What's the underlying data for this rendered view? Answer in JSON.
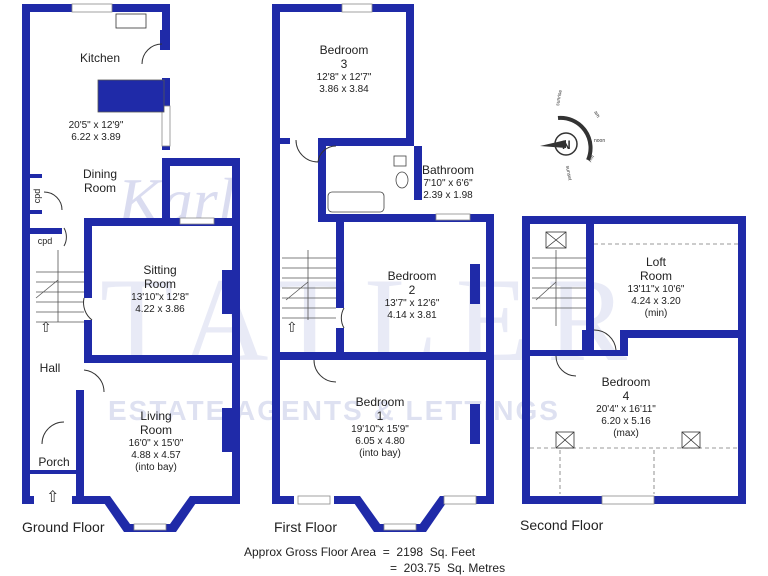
{
  "watermark": {
    "script": "Karl",
    "letters": "TATLER",
    "subtitle": "ESTATE AGENTS & LETTINGS"
  },
  "floors": {
    "ground": {
      "label": "Ground Floor",
      "rooms": {
        "kitchen": {
          "name": "Kitchen"
        },
        "kitchen_dining": {
          "dim_imperial": "20'5\" x 12'9\"",
          "dim_metric": "6.22 x 3.89"
        },
        "dining": {
          "name": "Dining Room",
          "name_line1": "Dining",
          "name_line2": "Room"
        },
        "sitting": {
          "name_line1": "Sitting",
          "name_line2": "Room",
          "dim_imperial": "13'10\"x 12'8\"",
          "dim_metric": "4.22 x 3.86"
        },
        "living": {
          "name_line1": "Living",
          "name_line2": "Room",
          "dim_imperial": "16'0\" x 15'0\"",
          "dim_metric": "4.88 x 4.57",
          "note": "(into bay)"
        },
        "hall": {
          "name": "Hall"
        },
        "porch": {
          "name": "Porch"
        },
        "cpd1": {
          "name": "cpd"
        },
        "cpd2": {
          "name": "cpd"
        }
      }
    },
    "first": {
      "label": "First Floor",
      "rooms": {
        "bedroom3": {
          "name_line1": "Bedroom",
          "name_line2": "3",
          "dim_imperial": "12'8\" x 12'7\"",
          "dim_metric": "3.86 x 3.84"
        },
        "bathroom": {
          "name": "Bathroom",
          "dim_imperial": "7'10\" x 6'6\"",
          "dim_metric": "2.39 x 1.98"
        },
        "bedroom2": {
          "name_line1": "Bedroom",
          "name_line2": "2",
          "dim_imperial": "13'7\" x 12'6\"",
          "dim_metric": "4.14 x 3.81"
        },
        "bedroom1": {
          "name_line1": "Bedroom",
          "name_line2": "1",
          "dim_imperial": "19'10\"x 15'9\"",
          "dim_metric": "6.05 x 4.80",
          "note": "(into bay)"
        }
      }
    },
    "second": {
      "label": "Second Floor",
      "rooms": {
        "loft": {
          "name_line1": "Loft",
          "name_line2": "Room",
          "dim_imperial": "13'11\"x 10'6\"",
          "dim_metric": "4.24 x 3.20",
          "note": "(min)"
        },
        "bedroom4": {
          "name_line1": "Bedroom",
          "name_line2": "4",
          "dim_imperial": "20'4\" x 16'11\"",
          "dim_metric": "6.20 x 5.16",
          "note": "(max)"
        }
      }
    }
  },
  "compass": {
    "label": "N",
    "am": "am",
    "noon": "noon",
    "pm": "pm",
    "sunrise": "sunrise",
    "sunset": "sunset"
  },
  "area": {
    "line1": "Approx Gross Floor Area  =  2198  Sq. Feet",
    "line2": "=  203.75  Sq. Metres"
  },
  "colors": {
    "wall": "#1f2aa8",
    "watermark": "#d6d9ef"
  }
}
